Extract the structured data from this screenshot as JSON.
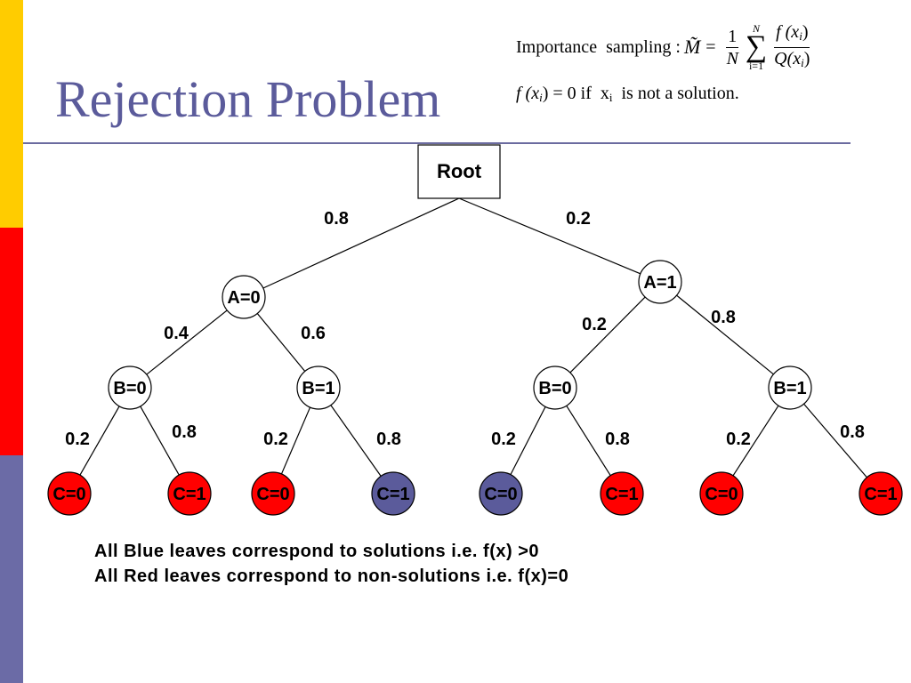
{
  "slide": {
    "title": "Rejection Problem",
    "side_bar_colors": {
      "yellow": "#ffcc00",
      "red": "#ff0000",
      "blue": "#6b6ba6"
    }
  },
  "formula": {
    "label": "Importance  sampling :",
    "lhs": "M̃",
    "equals": "=",
    "frac1_num": "1",
    "frac1_den": "N",
    "sum_upper": "N",
    "sum_lower": "i=1",
    "frac2_num_f": "f (x",
    "frac2_num_sub": "i",
    "frac2_num_close": ")",
    "frac2_den_q": "Q(x",
    "frac2_den_sub": "i",
    "frac2_den_close": ")",
    "line2_f": "f (x",
    "line2_sub": "i",
    "line2_mid": ") = 0 if  x",
    "line2_sub2": "i",
    "line2_end": "  is not a solution."
  },
  "legend": {
    "blue_line": "All Blue leaves correspond to solutions i.e. f(x) >0",
    "red_line": "All Red leaves correspond to non-solutions i.e. f(x)=0"
  },
  "colors": {
    "solution_leaf": "#5b5b9b",
    "non_solution_leaf": "#ff0000",
    "internal_node": "#ffffff",
    "line": "#000000"
  },
  "tree": {
    "root": {
      "label": "Root"
    },
    "nodes": [
      {
        "id": "a0",
        "label": "A=0",
        "parent": "root",
        "edge_label": "0.8"
      },
      {
        "id": "a1",
        "label": "A=1",
        "parent": "root",
        "edge_label": "0.2"
      },
      {
        "id": "a0b0",
        "label": "B=0",
        "parent": "a0",
        "edge_label": "0.4"
      },
      {
        "id": "a0b1",
        "label": "B=1",
        "parent": "a0",
        "edge_label": "0.6"
      },
      {
        "id": "a1b0",
        "label": "B=0",
        "parent": "a1",
        "edge_label": "0.2"
      },
      {
        "id": "a1b1",
        "label": "B=1",
        "parent": "a1",
        "edge_label": "0.8"
      },
      {
        "id": "l1",
        "label": "C=0",
        "parent": "a0b0",
        "edge_label": "0.2",
        "leaf": "non-solution"
      },
      {
        "id": "l2",
        "label": "C=1",
        "parent": "a0b0",
        "edge_label": "0.8",
        "leaf": "non-solution"
      },
      {
        "id": "l3",
        "label": "C=0",
        "parent": "a0b1",
        "edge_label": "0.2",
        "leaf": "non-solution"
      },
      {
        "id": "l4",
        "label": "C=1",
        "parent": "a0b1",
        "edge_label": "0.8",
        "leaf": "solution"
      },
      {
        "id": "l5",
        "label": "C=0",
        "parent": "a1b0",
        "edge_label": "0.2",
        "leaf": "solution"
      },
      {
        "id": "l6",
        "label": "C=1",
        "parent": "a1b0",
        "edge_label": "0.8",
        "leaf": "non-solution"
      },
      {
        "id": "l7",
        "label": "C=0",
        "parent": "a1b1",
        "edge_label": "0.2",
        "leaf": "non-solution"
      },
      {
        "id": "l8",
        "label": "C=1",
        "parent": "a1b1",
        "edge_label": "0.8",
        "leaf": "non-solution"
      }
    ]
  }
}
